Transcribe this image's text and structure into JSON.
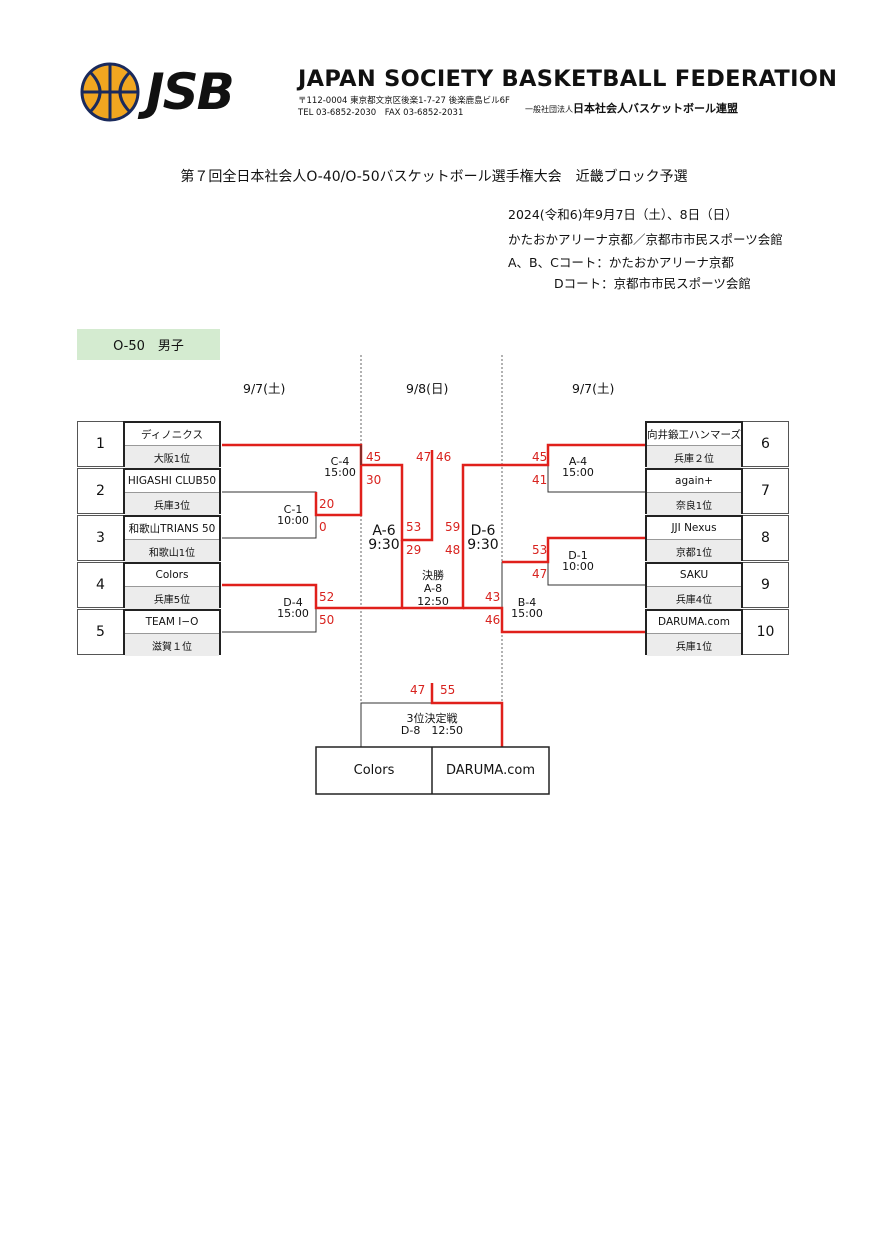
{
  "header": {
    "logo_text": "JSB",
    "federation": "JAPAN SOCIETY BASKETBALL FEDERATION",
    "address": "〒112-0004 東京都文京区後楽1-7-27 後楽鹿島ビル6F",
    "tel": "TEL 03-6852-2030　FAX 03-6852-2031",
    "org_prefix": "一般社団法人",
    "org_name": "日本社会人バスケットボール連盟"
  },
  "document": {
    "title": "第７回全日本社会人O-40/O-50バスケットボール選手権大会　近畿ブロック予選",
    "date": "2024(令和6)年9月7日（土）、8日（日）",
    "venues": "かたおかアリーナ京都／京都市市民スポーツ会館",
    "court_abc": "A、B、Cコート：かたおかアリーナ京都",
    "court_d": "Dコート：京都市市民スポーツ会館"
  },
  "section": {
    "label": "O-50　男子"
  },
  "days": {
    "left": "9/7(土)",
    "center": "9/8(日)",
    "right": "9/7(土)"
  },
  "left_teams": [
    {
      "seed": "1",
      "name": "ディノニクス",
      "rank": "大阪1位"
    },
    {
      "seed": "2",
      "name": "HIGASHI CLUB50",
      "rank": "兵庫3位"
    },
    {
      "seed": "3",
      "name": "和歌山TRIANS 50",
      "rank": "和歌山1位"
    },
    {
      "seed": "4",
      "name": "Colors",
      "rank": "兵庫5位"
    },
    {
      "seed": "5",
      "name": "TEAM I−O",
      "rank": "滋賀１位"
    }
  ],
  "right_teams": [
    {
      "seed": "6",
      "name": "向井鍛工ハンマーズ",
      "rank": "兵庫２位"
    },
    {
      "seed": "7",
      "name": "again+",
      "rank": "奈良1位"
    },
    {
      "seed": "8",
      "name": "JJI Nexus",
      "rank": "京都1位"
    },
    {
      "seed": "9",
      "name": "SAKU",
      "rank": "兵庫4位"
    },
    {
      "seed": "10",
      "name": "DARUMA.com",
      "rank": "兵庫1位"
    }
  ],
  "matches": {
    "c4": {
      "code": "C-4",
      "time": "15:00",
      "score_top": "45",
      "score_bottom": "30"
    },
    "c1": {
      "code": "C-1",
      "time": "10:00",
      "score_top": "20",
      "score_bottom": "0"
    },
    "d4": {
      "code": "D-4",
      "time": "15:00",
      "score_top": "52",
      "score_bottom": "50"
    },
    "a6": {
      "code": "A-6",
      "time": "9:30",
      "score_top": "53",
      "score_bottom": "29"
    },
    "a4": {
      "code": "A-4",
      "time": "15:00",
      "score_top": "45",
      "score_bottom": "41"
    },
    "d1": {
      "code": "D-1",
      "time": "10:00",
      "score_top": "53",
      "score_bottom": "47"
    },
    "b4": {
      "code": "B-4",
      "time": "15:00",
      "score_top": "43",
      "score_bottom": "46"
    },
    "d6": {
      "code": "D-6",
      "time": "9:30",
      "score_top": "59",
      "score_bottom": "48"
    },
    "final": {
      "label": "決勝",
      "code": "A-8",
      "time": "12:50",
      "score_left": "47",
      "score_right": "46"
    },
    "third": {
      "label": "3位決定戦",
      "code_time": "D-8　12:50",
      "score_left": "47",
      "score_right": "55",
      "team_left": "Colors",
      "team_right": "DARUMA.com"
    }
  },
  "colors": {
    "win_line": "#e0201b",
    "line": "#333333",
    "score": "#d8231f",
    "tag_bg": "#d4ebd0"
  }
}
